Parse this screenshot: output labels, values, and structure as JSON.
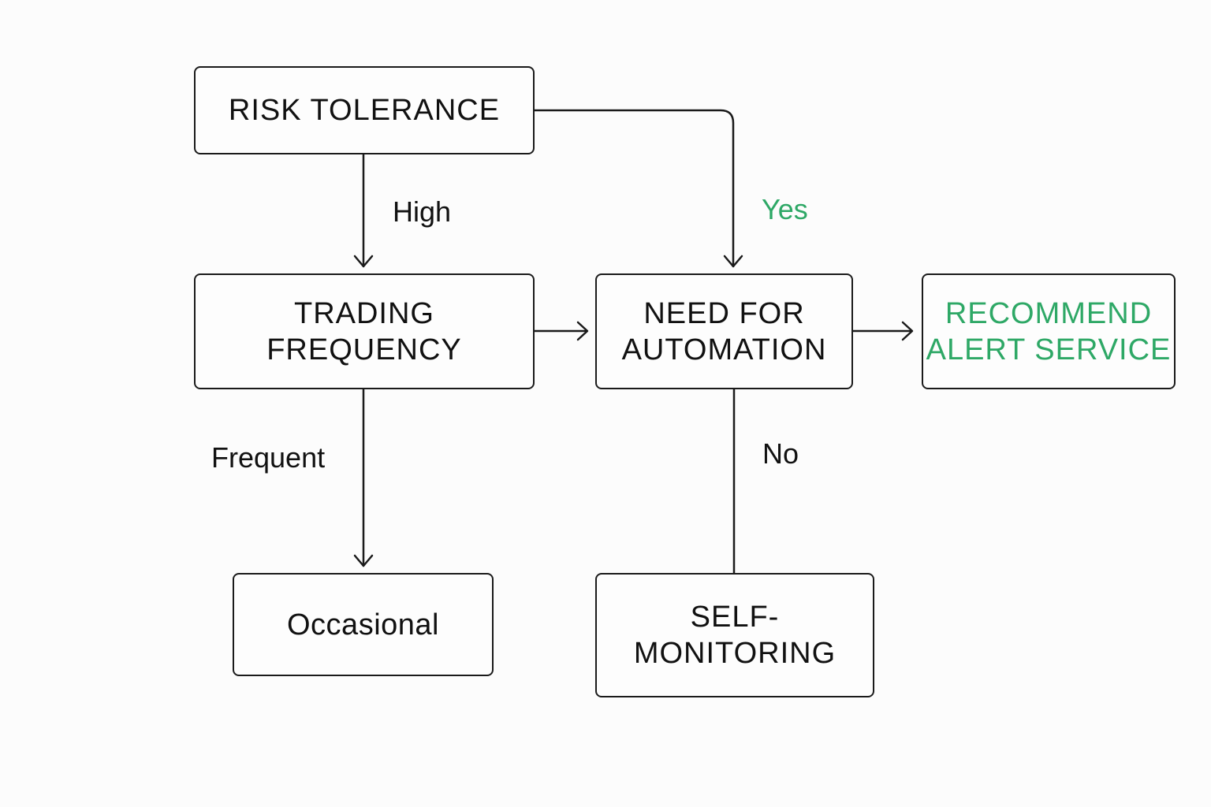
{
  "nodes": {
    "risk_tolerance": "RISK TOLERANCE",
    "trading_frequency": "TRADING\nFREQUENCY",
    "need_for_automation": "NEED FOR\nAUTOMATION",
    "recommend_alert_service": "RECOMMEND\nALERT SERVICE",
    "occasional": "Occasional",
    "self_monitoring": "SELF-\nMONITORING"
  },
  "edge_labels": {
    "high": "High",
    "yes": "Yes",
    "frequent": "Frequent",
    "no": "No"
  },
  "colors": {
    "stroke": "#1a1a1a",
    "accent_green": "#2ea866",
    "background": "#fcfcfc"
  }
}
